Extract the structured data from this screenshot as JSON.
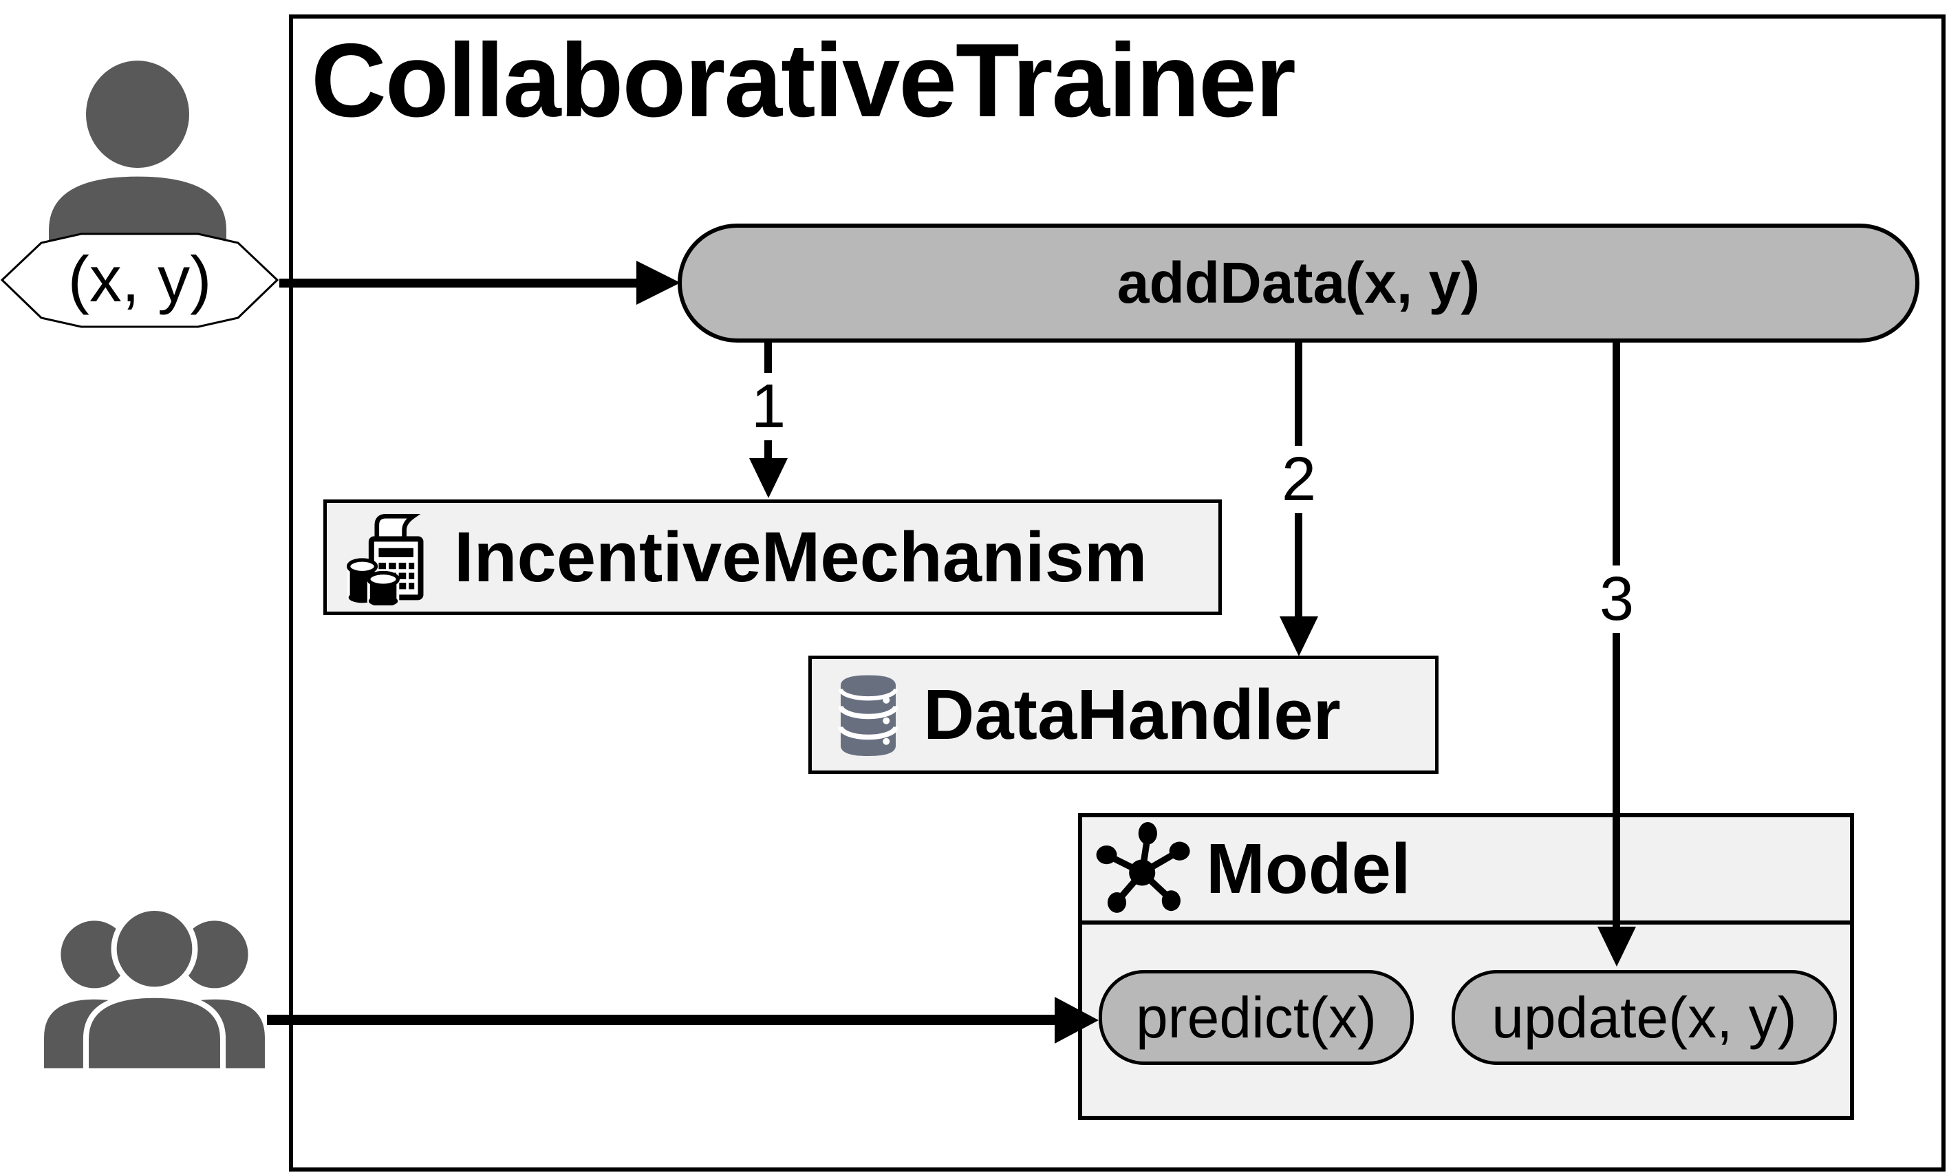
{
  "diagram": {
    "title": "CollaborativeTrainer",
    "input_tuple_label": "(x, y)",
    "add_data_label": "addData(x, y)",
    "step_labels": [
      "1",
      "2",
      "3"
    ],
    "components": {
      "incentive_mechanism": "IncentiveMechanism",
      "data_handler": "DataHandler",
      "model": "Model"
    },
    "model_methods": [
      "predict(x)",
      "update(x, y)"
    ],
    "icons": {
      "contributor": "single-user-icon",
      "consumers": "user-group-icon",
      "incentive_mechanism": "cash-register-icon",
      "data_handler": "database-icon",
      "model": "graph-nodes-icon"
    },
    "colors": {
      "method_pill_fill": "#b8b8b8",
      "component_fill": "#f1f1f1",
      "person_fill": "#595959",
      "database_fill": "#687080",
      "outline": "#000000"
    }
  }
}
